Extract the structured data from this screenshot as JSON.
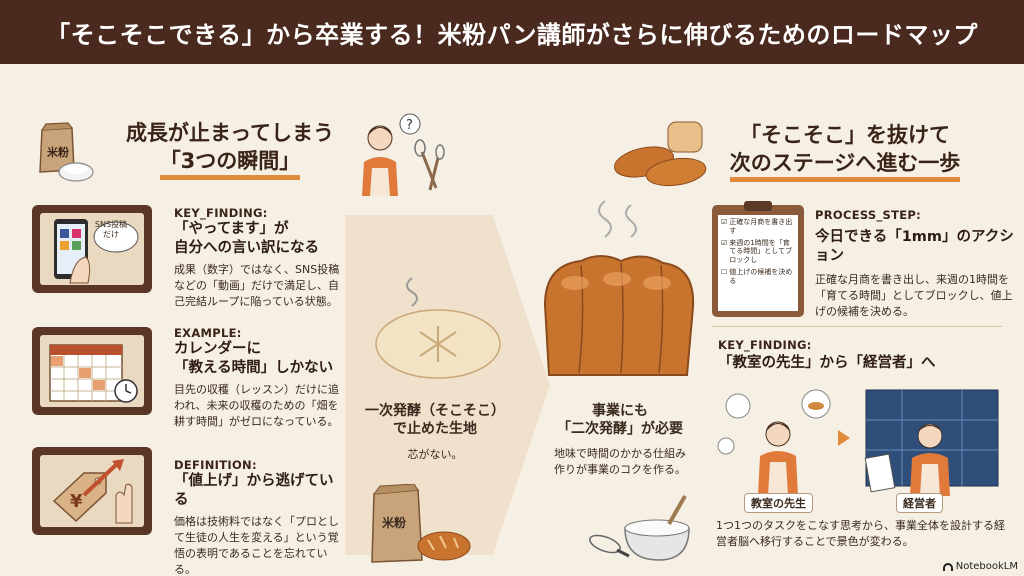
{
  "header": {
    "title": "「そこそこできる」から卒業する！米粉パン講師がさらに伸びるためのロードマップ"
  },
  "left": {
    "heading_line1": "成長が止まってしまう",
    "heading_line2": "「3つの瞬間」",
    "flour_bag_text": "米粉",
    "bubble_text": "SNS投稿だけ",
    "items": [
      {
        "label": "KEY_FINDING:",
        "title": "「やってます」が\n自分への言い訳になる",
        "body": "成果（数字）ではなく、SNS投稿などの「動画」だけで満足し、自己完結ループに陥っている状態。"
      },
      {
        "label": "EXAMPLE:",
        "title": "カレンダーに\n「教える時間」しかない",
        "body": "目先の収穫（レッスン）だけに追われ、未来の収穫のための「畑を耕す時間」がゼロになっている。"
      },
      {
        "label": "DEFINITION:",
        "title": "「値上げ」から逃げている",
        "body": "価格は技術料ではなく「プロとして生徒の人生を変える」という覚悟の表明であることを忘れている。"
      }
    ]
  },
  "center": {
    "dough_title": "一次発酵（そこそこ）\nで止めた生地",
    "dough_sub": "芯がない。",
    "bread_title": "事業にも\n「二次発酵」が必要",
    "bread_sub": "地味で時間のかかる仕組み\n作りが事業のコクを作る。",
    "flour_bag_text": "米粉"
  },
  "right": {
    "heading_line1": "「そこそこ」を抜けて",
    "heading_line2": "次のステージへ進む一歩",
    "process": {
      "label": "PROCESS_STEP:",
      "title": "今日できる「1mm」のアクション",
      "body": "正確な月商を書き出し、来週の1時間を「育てる時間」としてブロックし、値上げの候補を決める。",
      "checklist": [
        "正確な月商を書き出す",
        "来週の1時間を「育てる時間」としてブロックし",
        "値上げの候補を決める"
      ]
    },
    "finding": {
      "label": "KEY_FINDING:",
      "title": "「教室の先生」から「経営者」へ",
      "teacher_label": "教室の先生",
      "manager_label": "経営者",
      "body": "1つ1つのタスクをこなす思考から、事業全体を設計する経営者脳へ移行することで景色が変わる。"
    }
  },
  "footer": {
    "logo": "NotebookLM"
  },
  "colors": {
    "banner": "#4a2a1e",
    "accent": "#e08a3c",
    "background": "#f6efe4"
  }
}
